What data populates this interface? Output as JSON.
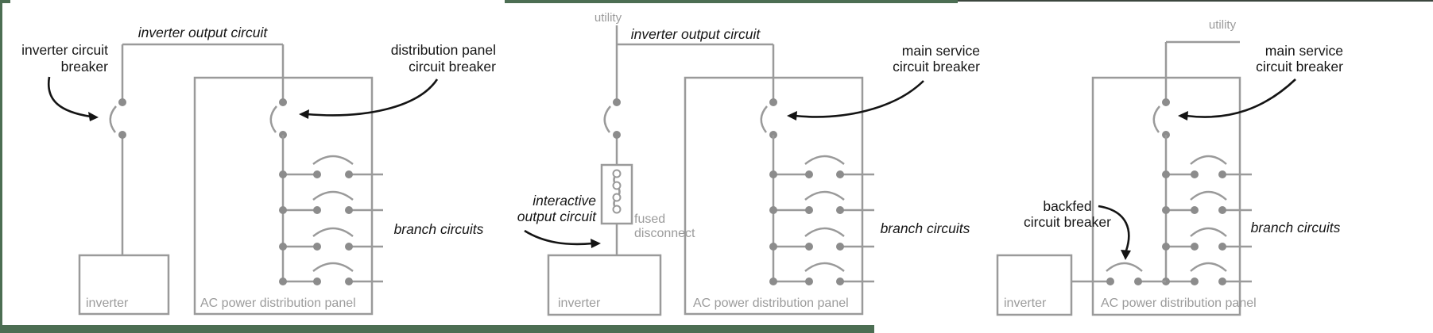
{
  "figure": {
    "description": "Three gray-line wiring diagrams of inverter AC output circuits",
    "colors": {
      "wire_gray": "#9a9a9a",
      "dot_gray": "#8c8c8c",
      "annotation_black": "#161616",
      "muted_label_gray": "#9b9b9b",
      "accent_green": "#4c6e53",
      "top_edge_dark": "#3c463e",
      "background": "#ffffff"
    }
  },
  "panels": [
    {
      "id": "inverter-direct",
      "labels": {
        "output_circuit": "inverter output circuit",
        "inverter_breaker_line1": "inverter circuit",
        "inverter_breaker_line2": "breaker",
        "panel_breaker_line1": "distribution panel",
        "panel_breaker_line2": "circuit breaker",
        "branch": "branch circuits",
        "inverter": "inverter",
        "panel": "AC power distribution panel"
      }
    },
    {
      "id": "utility-interactive",
      "labels": {
        "utility": "utility",
        "output_circuit": "inverter output circuit",
        "main_breaker_line1": "main service",
        "main_breaker_line2": "circuit breaker",
        "interactive_line1": "interactive",
        "interactive_line2": "output circuit",
        "fused_line1": "fused",
        "fused_line2": "disconnect",
        "branch": "branch circuits",
        "inverter": "inverter",
        "panel": "AC power distribution panel"
      }
    },
    {
      "id": "backfed",
      "labels": {
        "utility": "utility",
        "main_breaker_line1": "main service",
        "main_breaker_line2": "circuit breaker",
        "backfed_line1": "backfed",
        "backfed_line2": "circuit breaker",
        "branch": "branch circuits",
        "inverter": "inverter",
        "panel": "AC power distribution panel"
      }
    }
  ]
}
